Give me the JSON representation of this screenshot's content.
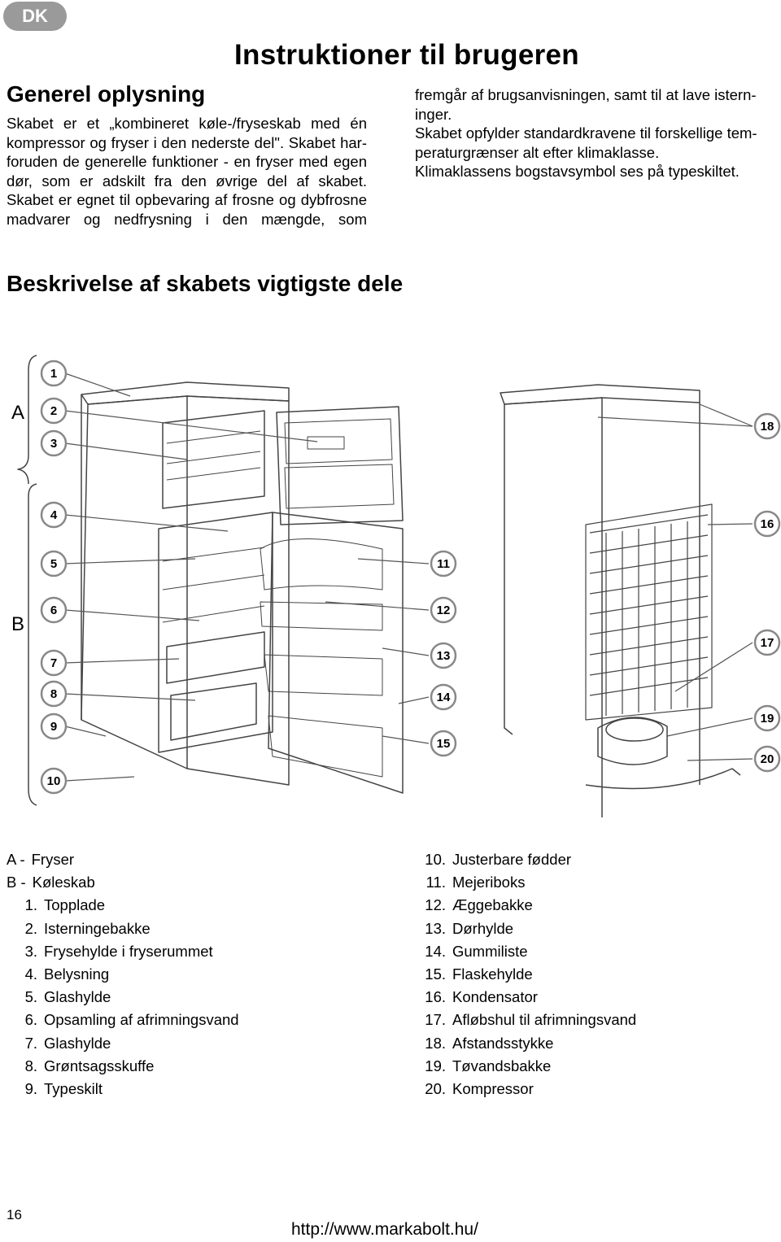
{
  "header": {
    "language_badge": "DK",
    "title": "Instruktioner til brugeren"
  },
  "general": {
    "heading": "Generel oplysning",
    "left_paragraphs": [
      "Skabet er et „kombineret køle-/fryseskab med én kompressor og fryser i den nederste del\". Skabet har- foruden de generelle funktioner - en fryser med egen dør, som er adskilt fra den øvrige del af skabet.",
      "Skabet er egnet til opbevaring af frosne og dybfrosne madvarer og nedfrysning i den mængde, som"
    ],
    "right_paragraphs": [
      "fremgår af brugsanvisningen, samt til at lave istern- inger.",
      "Skabet opfylder standardkravene til forskellige tem- peraturgrænser alt efter klimaklasse.",
      "Klimaklassens bogstavsymbol ses på typeskiltet."
    ]
  },
  "parts": {
    "heading": "Beskrivelse af skabets vigtigste dele",
    "section_labels": [
      "A",
      "B"
    ],
    "callouts": [
      "1",
      "2",
      "3",
      "4",
      "5",
      "6",
      "7",
      "8",
      "9",
      "10",
      "11",
      "12",
      "13",
      "14",
      "15",
      "16",
      "17",
      "18",
      "19",
      "20"
    ],
    "legend_left": [
      {
        "num": "A -",
        "text": "Fryser"
      },
      {
        "num": "B -",
        "text": "Køleskab"
      },
      {
        "num": "1.",
        "text": "Topplade"
      },
      {
        "num": "2.",
        "text": "Isterningebakke"
      },
      {
        "num": "3.",
        "text": "Frysehylde i fryserummet"
      },
      {
        "num": "4.",
        "text": "Belysning"
      },
      {
        "num": "5.",
        "text": "Glashylde"
      },
      {
        "num": "6.",
        "text": "Opsamling af afrimningsvand"
      },
      {
        "num": "7.",
        "text": "Glashylde"
      },
      {
        "num": "8.",
        "text": "Grøntsagsskuffe"
      },
      {
        "num": "9.",
        "text": "Typeskilt"
      }
    ],
    "legend_right": [
      {
        "num": "10.",
        "text": "Justerbare fødder"
      },
      {
        "num": "11.",
        "text": "Mejeriboks"
      },
      {
        "num": "12.",
        "text": "Æggebakke"
      },
      {
        "num": "13.",
        "text": "Dørhylde"
      },
      {
        "num": "14.",
        "text": "Gummiliste"
      },
      {
        "num": "15.",
        "text": "Flaskehylde"
      },
      {
        "num": "16.",
        "text": "Kondensator"
      },
      {
        "num": "17.",
        "text": "Afløbshul til afrimningsvand"
      },
      {
        "num": "18.",
        "text": "Afstandsstykke"
      },
      {
        "num": "19.",
        "text": "Tøvandsbakke"
      },
      {
        "num": "20.",
        "text": "Kompressor"
      }
    ]
  },
  "footer": {
    "page_number": "16",
    "url": "http://www.markabolt.hu/"
  }
}
